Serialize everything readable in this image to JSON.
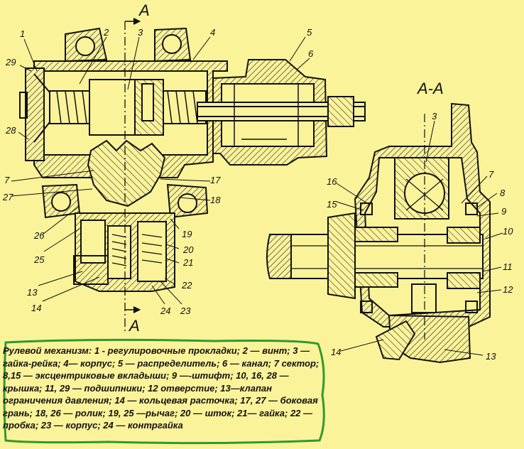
{
  "section_marker": "A",
  "section_title": "A-A",
  "caption": "Рулевой механизм: 1 - регулировочные прокладки; 2 — винт; 3 — гайка-рейка; 4— корпус; 5 — распределитель; 6 — канал; 7 сектор; 8,15 — эксцентриковые вкладыши; 9 —-штифт; 10, 16, 28 — крышка; 11, 29 — подшипники; 12 отверстие; 13—клапан ограничения давления; 14 — кольцевая расточка; 17, 27 — боковая грань; 18, 26 — ролик; 19, 25 —рычаг; 20 — шток; 21— гайка; 22 — пробка; 23 — корпус; 24 — контргайка",
  "left_view_labels": [
    "1",
    "2",
    "3",
    "4",
    "5",
    "6",
    "29",
    "28",
    "7",
    "27",
    "17",
    "18",
    "26",
    "25",
    "19",
    "20",
    "21",
    "13",
    "14",
    "24",
    "23",
    "22"
  ],
  "right_view_labels": [
    "3",
    "16",
    "15",
    "7",
    "8",
    "9",
    "10",
    "11",
    "12",
    "14",
    "13"
  ],
  "colors": {
    "background": "#fbf39a",
    "caption_border": "#2f9a2f",
    "ink": "#111111"
  }
}
